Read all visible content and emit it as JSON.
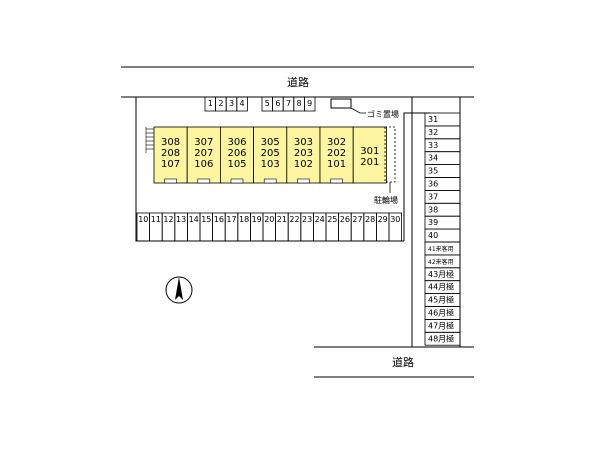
{
  "roads": {
    "top_label": "道路",
    "bottom_label": "道路"
  },
  "building": {
    "fill": "#fdf5a0",
    "units": [
      {
        "id": "u308",
        "lines": [
          "308",
          "208",
          "107"
        ]
      },
      {
        "id": "u307",
        "lines": [
          "307",
          "207",
          "106"
        ]
      },
      {
        "id": "u306",
        "lines": [
          "306",
          "206",
          "105"
        ]
      },
      {
        "id": "u305",
        "lines": [
          "305",
          "205",
          "103"
        ]
      },
      {
        "id": "u303",
        "lines": [
          "303",
          "203",
          "102"
        ]
      },
      {
        "id": "u302",
        "lines": [
          "302",
          "202",
          "101"
        ]
      },
      {
        "id": "u301",
        "lines": [
          "301",
          "201"
        ]
      }
    ]
  },
  "facilities": {
    "garbage_label": "ゴミ置場",
    "bike_label": "駐輪場"
  },
  "parking": {
    "top_row": [
      "1",
      "2",
      "3",
      "4",
      "5",
      "6",
      "7",
      "8",
      "9"
    ],
    "bottom_row": [
      "10",
      "11",
      "12",
      "13",
      "14",
      "15",
      "16",
      "17",
      "18",
      "19",
      "20",
      "21",
      "22",
      "23",
      "24",
      "25",
      "26",
      "27",
      "28",
      "29",
      "30"
    ],
    "right_column": [
      "31",
      "32",
      "33",
      "34",
      "35",
      "36",
      "37",
      "38",
      "39",
      "40",
      "41来客用",
      "42来客用",
      "43月極",
      "44月極",
      "45月極",
      "46月極",
      "47月極",
      "48月極"
    ]
  },
  "compass": {
    "icon": "north-arrow-icon"
  }
}
